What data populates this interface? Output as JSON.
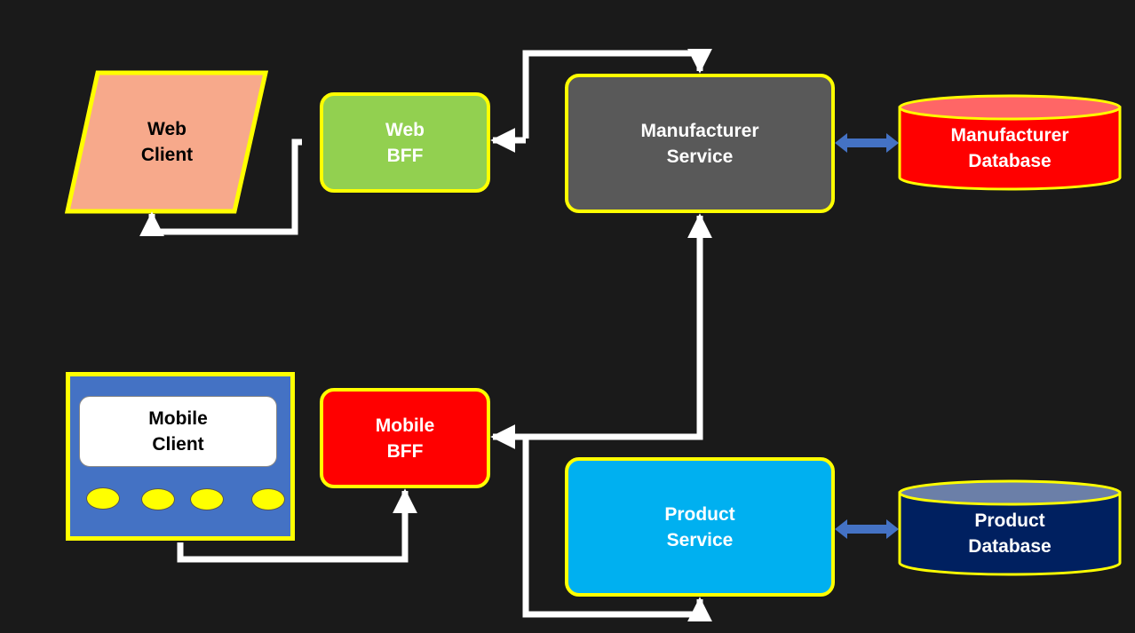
{
  "colors": {
    "background": "#1a1a1a",
    "border": "#ffff00",
    "connector": "#ffffff",
    "db_connector": "#4472c4"
  },
  "nodes": {
    "web_client": {
      "label": "Web\nClient",
      "fill": "#f7a98b",
      "text_color": "#000000",
      "shape": "parallelogram"
    },
    "web_bff": {
      "label": "Web\nBFF",
      "fill": "#92d050",
      "text_color": "#ffffff",
      "shape": "rounded-rectangle"
    },
    "manufacturer_service": {
      "label": "Manufacturer\nService",
      "fill": "#595959",
      "text_color": "#ffffff",
      "shape": "rounded-rectangle"
    },
    "manufacturer_database": {
      "label": "Manufacturer\nDatabase",
      "fill": "#ff0000",
      "top_fill": "#ff6666",
      "text_color": "#ffffff",
      "shape": "cylinder"
    },
    "mobile_client": {
      "label": "Mobile\nClient",
      "fill": "#4472c4",
      "screen_fill": "#ffffff",
      "button_fill": "#ffff00",
      "text_color": "#000000",
      "shape": "device"
    },
    "mobile_bff": {
      "label": "Mobile\nBFF",
      "fill": "#ff0000",
      "text_color": "#ffffff",
      "shape": "rounded-rectangle"
    },
    "product_service": {
      "label": "Product\nService",
      "fill": "#00b0f0",
      "text_color": "#ffffff",
      "shape": "rounded-rectangle"
    },
    "product_database": {
      "label": "Product\nDatabase",
      "fill": "#002060",
      "top_fill": "#6b7fa8",
      "text_color": "#ffffff",
      "shape": "cylinder"
    }
  },
  "connections": [
    {
      "from": "web_bff",
      "to": "web_client"
    },
    {
      "from": "web_bff",
      "to": "manufacturer_service"
    },
    {
      "from": "manufacturer_service",
      "to": "manufacturer_database",
      "bidirectional": true
    },
    {
      "from": "mobile_client",
      "to": "mobile_bff"
    },
    {
      "from": "mobile_bff",
      "to": "manufacturer_service"
    },
    {
      "from": "mobile_bff",
      "to": "product_service"
    },
    {
      "from": "product_service",
      "to": "product_database",
      "bidirectional": true
    }
  ]
}
